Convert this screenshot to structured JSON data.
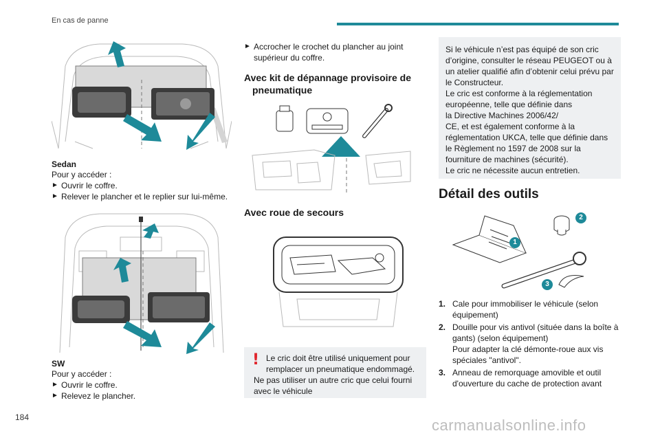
{
  "header": {
    "section": "En cas de panne"
  },
  "col1": {
    "sedan": {
      "title": "Sedan",
      "intro": "Pour y accéder :",
      "steps": [
        "Ouvrir le coffre.",
        "Relever le plancher et le replier sur lui-même."
      ]
    },
    "sw": {
      "title": "SW",
      "intro": "Pour y accéder :",
      "steps": [
        "Ouvrir le coffre.",
        "Relevez le plancher."
      ]
    }
  },
  "col2": {
    "step_hook": "Accrocher le crochet du plancher au joint supérieur du coffre.",
    "kit_heading_line1": "Avec kit de dépannage provisoire de",
    "kit_heading_line2": "pneumatique",
    "spare_heading": "Avec roue de secours",
    "warning": {
      "line1": "Le cric doit être utilisé uniquement pour remplacer un pneumatique endommagé.",
      "line2": "Ne pas utiliser un autre cric que celui fourni avec le véhicule"
    }
  },
  "col3": {
    "note": [
      "Si le véhicule n’est pas équipé de son cric d’origine, consulter le réseau PEUGEOT ou à un atelier qualifié afin d’obtenir celui prévu par le Constructeur.",
      "Le cric est conforme à la réglementation européenne, telle que définie dans",
      "la Directive Machines 2006/42/",
      "CE, et est également conforme à la réglementation UKCA, telle que définie dans le Règlement no 1597 de 2008 sur la fourniture de machines (sécurité).",
      "Le cric ne nécessite aucun entretien."
    ],
    "tools_heading": "Détail des outils",
    "callouts": [
      "1",
      "2",
      "3"
    ],
    "tools": [
      {
        "num": "1.",
        "text": "Cale pour immobiliser le véhicule (selon équipement)"
      },
      {
        "num": "2.",
        "text": "Douille pour vis antivol (située dans la boîte à gants) (selon équipement)",
        "extra": "Pour adapter la clé démonte-roue aux vis spéciales \"antivol\"."
      },
      {
        "num": "3.",
        "text": "Anneau de remorquage amovible et outil d'ouverture du cache de protection avant"
      }
    ]
  },
  "footer": {
    "page_number": "184",
    "watermark": "carmanualsonline.info"
  },
  "colors": {
    "accent": "#1e8a99",
    "warning": "#e0262d",
    "note_bg": "#eef0f2"
  },
  "icons": {
    "bullet": "black-right-pointer",
    "warning": "exclamation-icon"
  }
}
